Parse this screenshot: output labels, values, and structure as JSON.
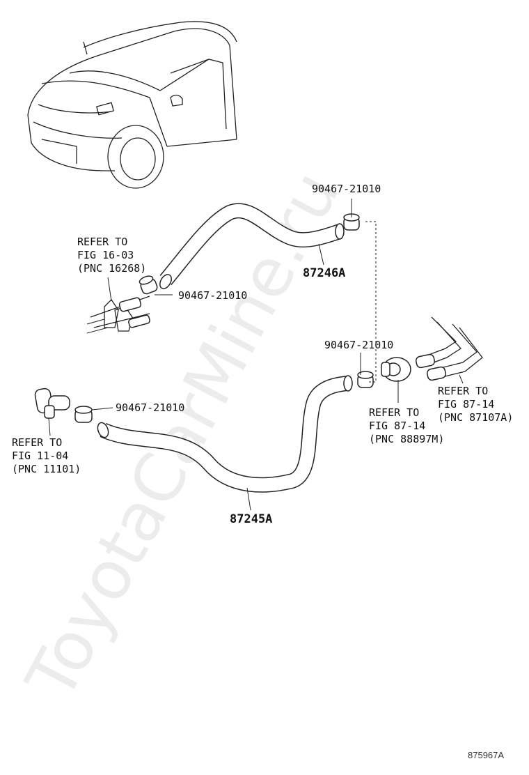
{
  "watermark": "ToyotaCarMine.ru",
  "diagram_code": "875967A",
  "parts": {
    "hose_upper": "87246A",
    "hose_lower": "87245A"
  },
  "clips": {
    "clip_top": "90467-21010",
    "clip_left": "90467-21010",
    "clip_right": "90467-21010",
    "clip_lower_left": "90467-21010"
  },
  "refs": {
    "ref_16_03": [
      "REFER TO",
      "FIG 16-03",
      "(PNC 16268)"
    ],
    "ref_11_04": [
      "REFER TO",
      "FIG 11-04",
      "(PNC 11101)"
    ],
    "ref_87_14_m": [
      "REFER TO",
      "FIG 87-14",
      "(PNC 88897M)"
    ],
    "ref_87_14_a": [
      "REFER TO",
      "FIG 87-14",
      "(PNC 87107A)"
    ]
  }
}
